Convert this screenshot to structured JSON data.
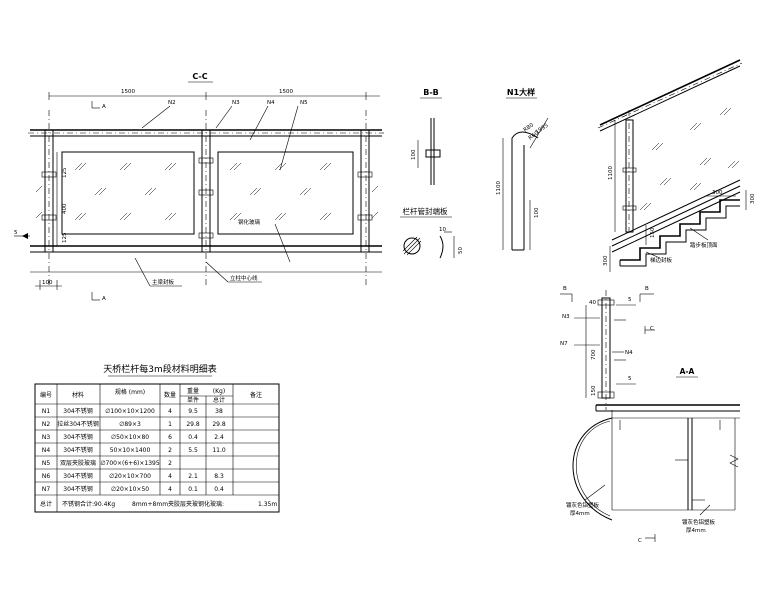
{
  "sections": {
    "cc": "C-C",
    "bb": "B-B",
    "n1": "N1大样",
    "aa": "A-A",
    "end_plate": "栏杆管封端板"
  },
  "elevation": {
    "dim_left": "1500",
    "dim_right": "1500",
    "dim_bottom": "100",
    "tags": [
      "N2",
      "N3",
      "N4",
      "N5"
    ],
    "label_glass": "钢化玻璃",
    "label_base": "主梁封板",
    "label_post": "立柱中心线",
    "mark_a": "A",
    "mark_5": "5",
    "heights": [
      "125",
      "400",
      "125"
    ]
  },
  "bb": {
    "dim": "100"
  },
  "end_plate": {
    "dim10": "10",
    "dim50": "50"
  },
  "n1": {
    "dim_1100": "1100",
    "dim_100": "100",
    "r": "R60",
    "d1": "R80",
    "d2": "1995"
  },
  "stair": {
    "dim_1100": "1100",
    "dim_300": "300",
    "dim_300b": "300",
    "dim_150": "150",
    "label_tread": "踏步板顶面",
    "label_stringer": "梯边封板"
  },
  "aa": {
    "mark_b1": "B",
    "mark_b2": "B",
    "mark_c": "C",
    "mark_5a": "5",
    "mark_5b": "5",
    "n3": "N3",
    "n4": "N4",
    "n7": "N7",
    "dims": [
      "40",
      "700",
      "150"
    ],
    "label_clad1": "镀灰色铝塑板",
    "label_clad1b": "厚4mm",
    "label_clad2": "镀灰色铝塑板",
    "label_clad2b": "厚4mm"
  },
  "table": {
    "title": "天桥栏杆每3m段材料明细表",
    "head1": [
      "编号",
      "材料",
      "规格\n(mm)",
      "数量",
      "重量",
      "(Kg)",
      "备注"
    ],
    "head2": [
      "",
      "",
      "",
      "",
      "单件",
      "总计",
      ""
    ],
    "rows": [
      [
        "N1",
        "304不锈钢",
        "∅100×10×1200",
        "4",
        "9.5",
        "38",
        ""
      ],
      [
        "N2",
        "拉丝304不锈钢",
        "∅89×3",
        "1",
        "29.8",
        "29.8",
        ""
      ],
      [
        "N3",
        "304不锈钢",
        "∅50×10×80",
        "6",
        "0.4",
        "2.4",
        ""
      ],
      [
        "N4",
        "304不锈钢",
        "50×10×1400",
        "2",
        "5.5",
        "11.0",
        ""
      ],
      [
        "N5",
        "双层夹胶玻璃",
        "∅700×(6+6)×1395",
        "2",
        "",
        "",
        ""
      ],
      [
        "N6",
        "304不锈钢",
        "∅20×10×700",
        "4",
        "2.1",
        "8.3",
        ""
      ],
      [
        "N7",
        "304不锈钢",
        "∅20×10×50",
        "4",
        "0.1",
        "0.4",
        ""
      ]
    ],
    "total": [
      "总计",
      "不锈钢合计:90.4Kg",
      "8mm+8mm夹胶层夹玻钢化玻璃:",
      "1.35m"
    ]
  }
}
